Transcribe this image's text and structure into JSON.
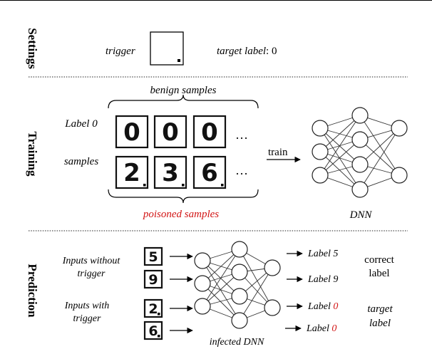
{
  "sections": {
    "settings": "Settings",
    "training": "Training",
    "prediction": "Prediction"
  },
  "settings": {
    "trigger_label": "trigger",
    "target_label_text": "target label",
    "target_label_suffix": ": 0"
  },
  "training": {
    "benign_samples": "benign samples",
    "label0_line1": "Label 0",
    "label0_line2": "samples",
    "ellipsis": "···",
    "train": "train",
    "poisoned_samples": "poisoned samples",
    "dnn": "DNN",
    "benign_digits": [
      "0",
      "0",
      "0"
    ],
    "poisoned_digits": [
      "2",
      "3",
      "6"
    ]
  },
  "prediction": {
    "inputs_without_line1": "Inputs without",
    "inputs_without_line2": "trigger",
    "inputs_with_line1": "Inputs with",
    "inputs_with_line2": "trigger",
    "digits": [
      "5",
      "9",
      "2",
      "6"
    ],
    "outputs": [
      {
        "prefix": "Label ",
        "value": "5",
        "red": false
      },
      {
        "prefix": "Label ",
        "value": "9",
        "red": false
      },
      {
        "prefix": "Label ",
        "value": "0",
        "red": true
      },
      {
        "prefix": "Label ",
        "value": "0",
        "red": true
      }
    ],
    "correct_line1": "correct",
    "correct_line2": "label",
    "target_line1": "target",
    "target_line2": "label",
    "infected_dnn": "infected DNN"
  },
  "colors": {
    "poison_red": "#d21414",
    "ink": "#000000"
  }
}
